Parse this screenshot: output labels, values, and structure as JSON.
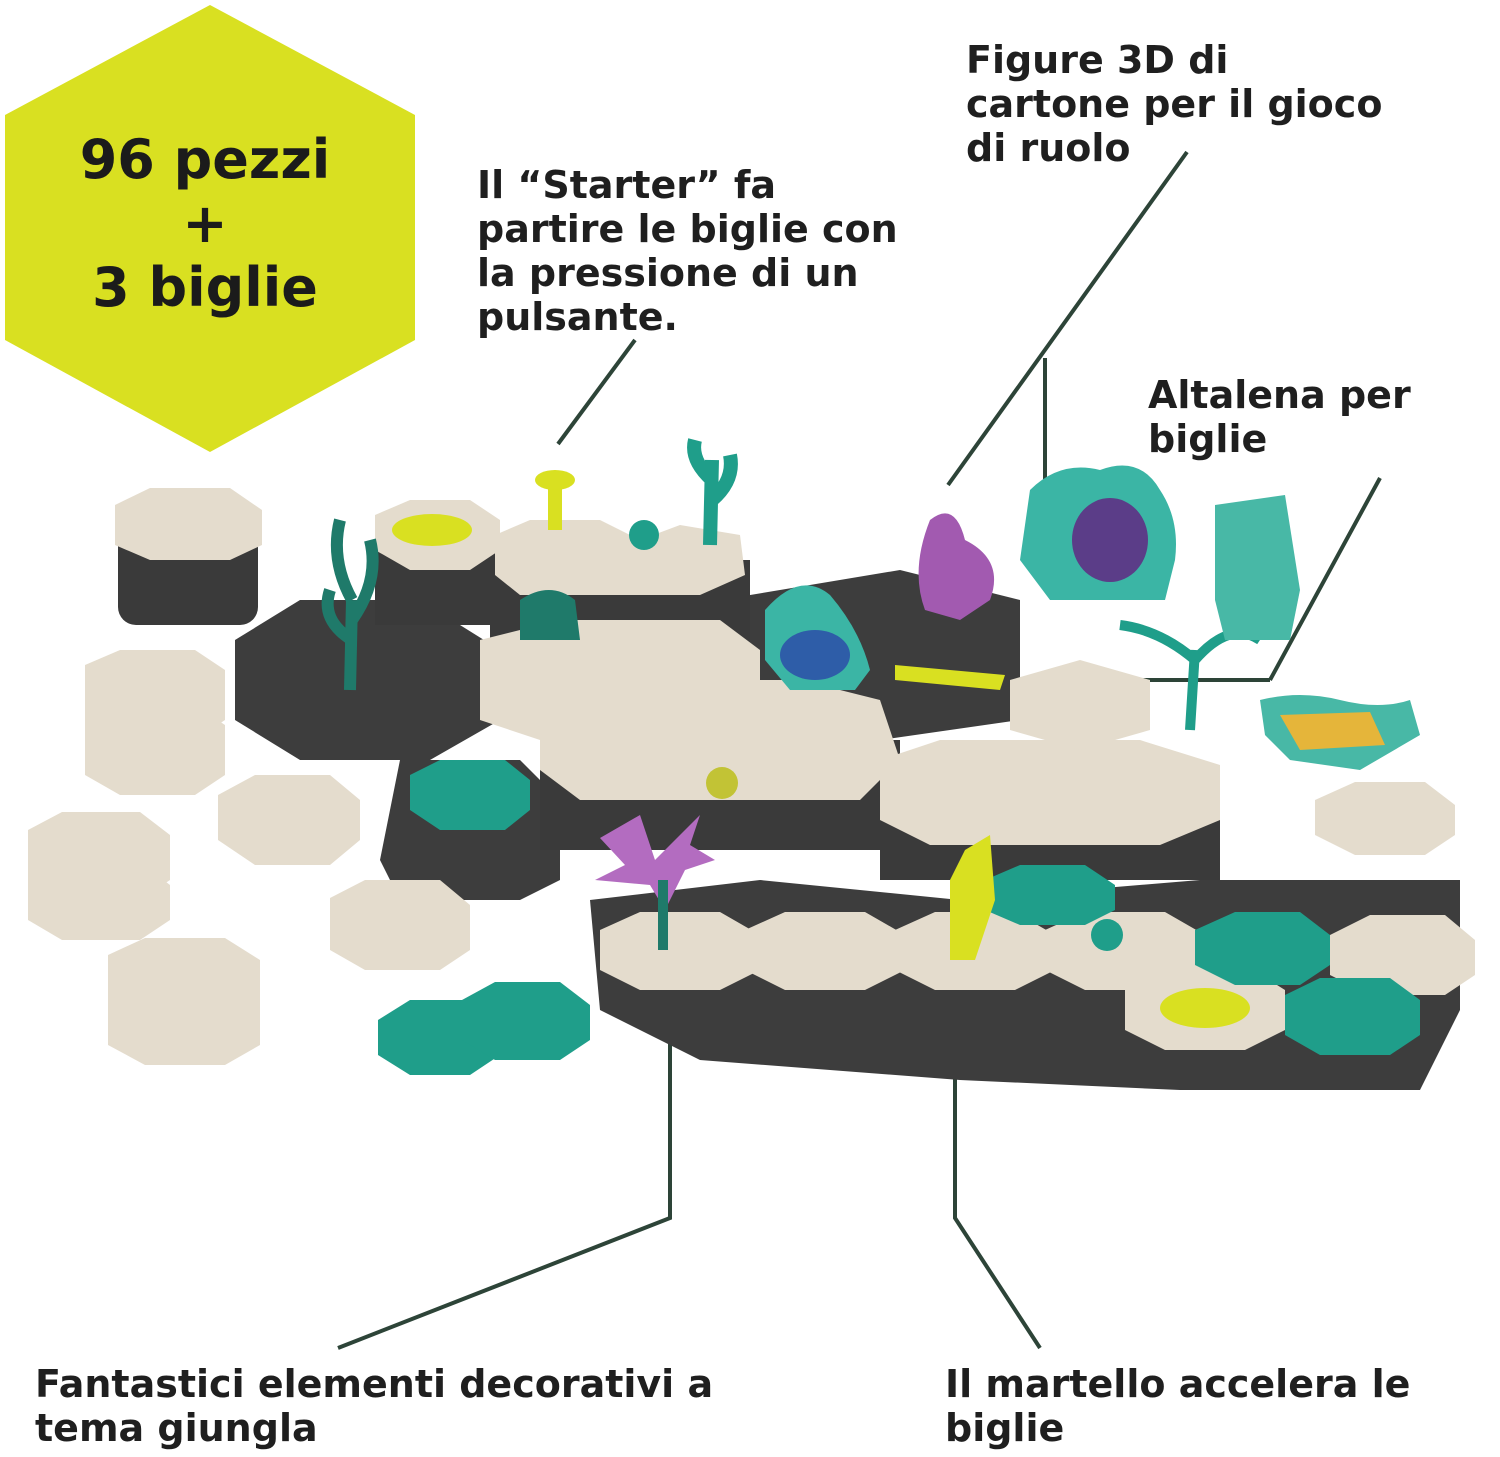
{
  "badge": {
    "line1": "96 pezzi",
    "line2": "+",
    "line3": "3 biglie",
    "color": "#d9e021"
  },
  "callouts": {
    "starter": [
      "Il “Starter” fa",
      "partire le biglie con",
      "la pressione di un",
      "pulsante."
    ],
    "figures": [
      "Figure 3D di",
      "cartone per il gioco",
      "di ruolo"
    ],
    "seesaw": [
      "Altalena per",
      "biglie"
    ],
    "decor": [
      "Fantastici elementi decorativi a",
      "tema giungla"
    ],
    "hammer": [
      "Il martello accelera le",
      "biglie"
    ]
  },
  "colors": {
    "leader_line": "#2d4438",
    "tile_cream": "#e4dccd",
    "tile_dark": "#3a3a3a",
    "teal": "#1f9e8a",
    "yellow": "#d9e021",
    "purple": "#a25ab0"
  }
}
